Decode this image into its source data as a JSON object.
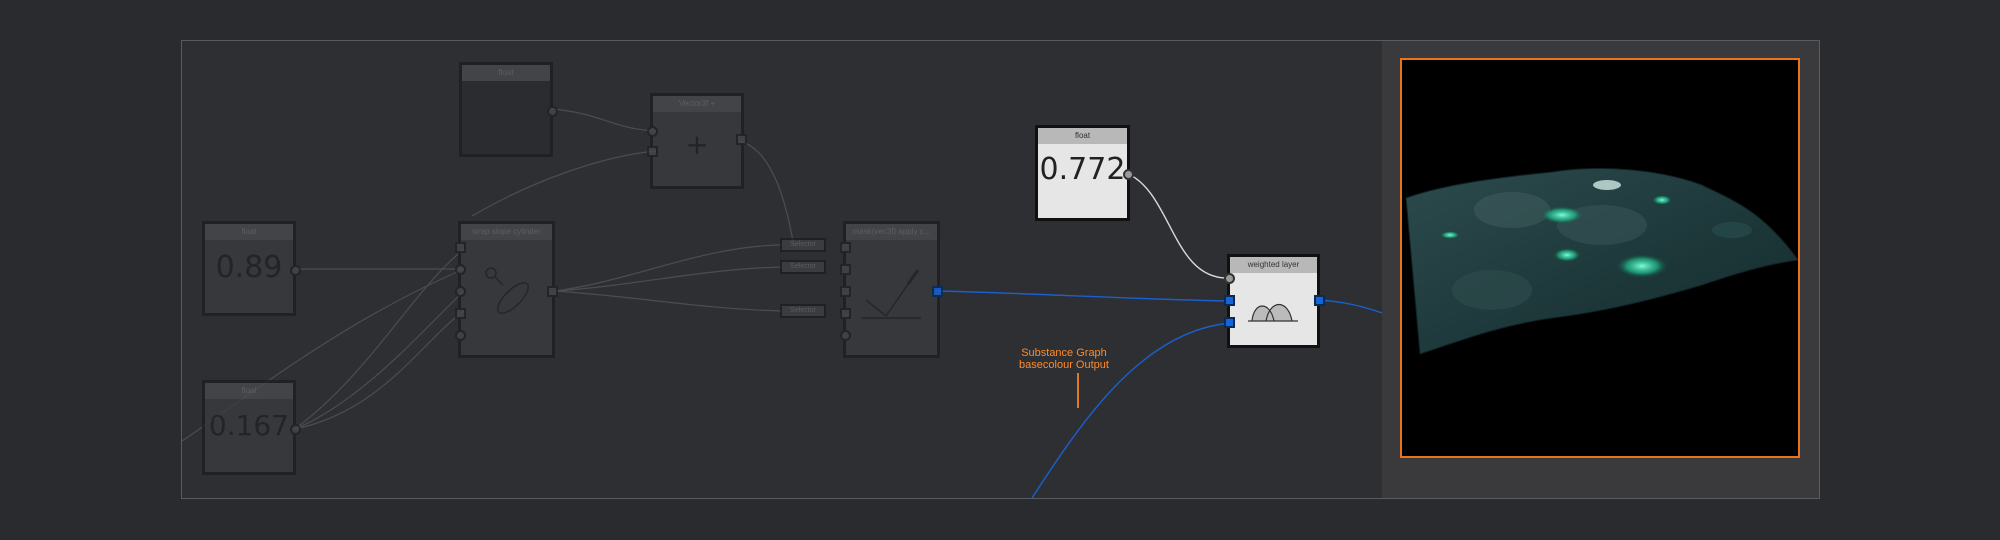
{
  "graph": {
    "nodes": {
      "float_top": {
        "title": "float",
        "value": ""
      },
      "add": {
        "title": "Vector3f +",
        "symbol": "+"
      },
      "float_a": {
        "title": "float",
        "value": "0.89"
      },
      "float_b": {
        "title": "float",
        "value": "0.167"
      },
      "swirl": {
        "title": "wrap slope cylinder"
      },
      "selectors": [
        "Selector",
        "Selector",
        "Selector"
      ],
      "mask": {
        "title": "mask(vec3f) apply c..."
      },
      "float_lit": {
        "title": "float",
        "value": "0.772"
      },
      "weighted": {
        "title": "weighted layer"
      }
    },
    "comment": {
      "line1": "Substance Graph",
      "line2": "basecolour Output"
    }
  },
  "colors": {
    "accent_orange": "#e8741e",
    "wire_blue": "#1565d8"
  }
}
